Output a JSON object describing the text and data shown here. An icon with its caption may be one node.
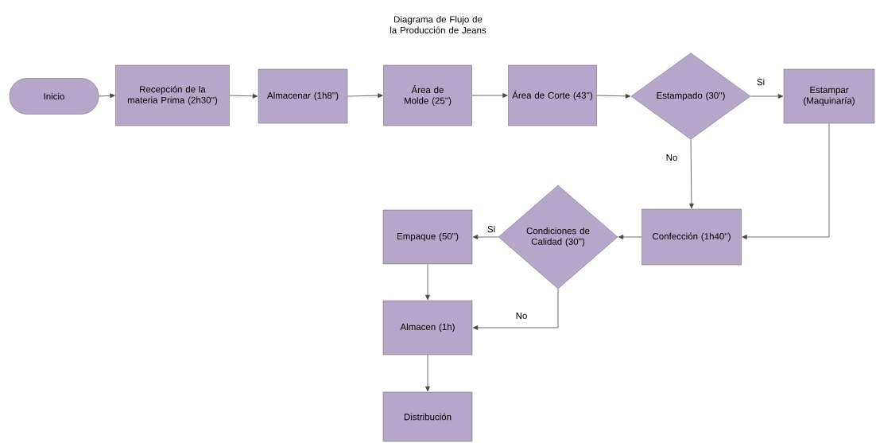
{
  "diagram": {
    "title": "Diagrama de Flujo de la Producción de Jeans",
    "nodes": [
      {
        "text": [
          "Inicio"
        ]
      },
      {
        "text": [
          "Recepción de la materia Prima (2h30'')"
        ]
      },
      {
        "text": [
          "Almacenar (1h8'')"
        ]
      },
      {
        "text": [
          "Área de Molde (25'')"
        ]
      },
      {
        "text": [
          "Área de Corte (43'')"
        ]
      },
      {
        "text": [
          "Estampado (30'')"
        ]
      },
      {
        "text": [
          "Estampar (Maquinaría)"
        ]
      },
      {
        "text": [
          "Confección (1h40'')"
        ]
      },
      {
        "text": [
          "Condiciones de Calidad (30'')"
        ]
      },
      {
        "text": [
          "Empaque (50'')"
        ]
      },
      {
        "text": [
          "Almacen (1h)"
        ]
      },
      {
        "text": [
          "Distribución"
        ]
      }
    ],
    "edges": [
      {
        "from": 0,
        "to": 1,
        "arrow": "to"
      },
      {
        "from": 1,
        "to": 2,
        "arrow": "to"
      },
      {
        "from": 2,
        "to": 3,
        "arrow": "to"
      },
      {
        "from": 3,
        "to": 4,
        "arrow": "to"
      },
      {
        "from": 4,
        "to": 5,
        "arrow": "to"
      },
      {
        "from": 5,
        "to": 6,
        "arrow": "to",
        "label": "Si"
      },
      {
        "from": 5,
        "to": 7,
        "arrow": "to",
        "label": "No"
      },
      {
        "from": 6,
        "to": 7,
        "arrow": "to"
      },
      {
        "from": 7,
        "to": 8,
        "arrow": "to"
      },
      {
        "from": 8,
        "to": 9,
        "arrow": "to",
        "label": "Si"
      },
      {
        "from": 9,
        "to": 10,
        "arrow": "to"
      },
      {
        "from": 8,
        "to": 10,
        "arrow": "to",
        "label": "No"
      },
      {
        "from": 10,
        "to": 11,
        "arrow": "to"
      }
    ]
  }
}
